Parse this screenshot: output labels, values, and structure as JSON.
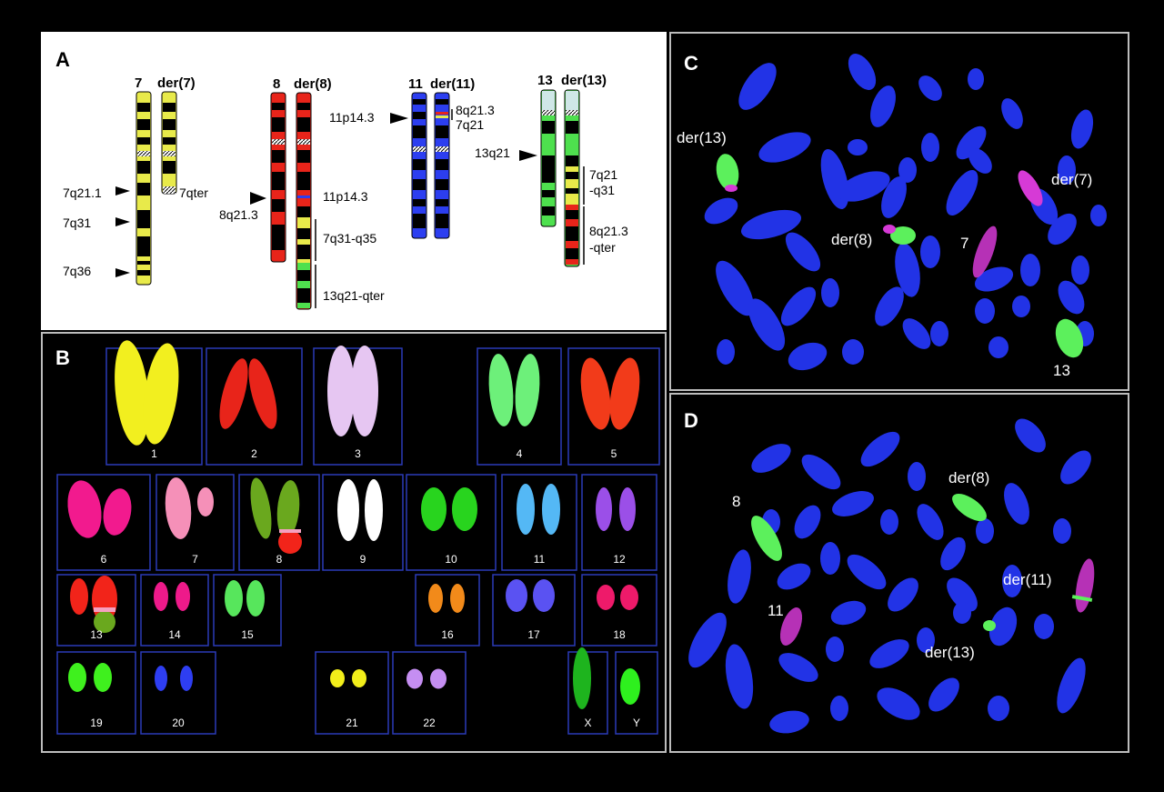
{
  "panels": {
    "a": {
      "letter": "A",
      "chromosomes": [
        {
          "num": "7",
          "der": "der(7)"
        },
        {
          "num": "8",
          "der": "der(8)"
        },
        {
          "num": "11",
          "der": "der(11)"
        },
        {
          "num": "13",
          "der": "der(13)"
        }
      ],
      "labels": {
        "q21_1": "7q21.1",
        "q31": "7q31",
        "q36": "7q36",
        "qter7": "7qter",
        "q21_3_8": "8q21.3",
        "p14_3_der8": "11p14.3",
        "q31_q35": "7q31-q35",
        "q21_qter13": "13q21-qter",
        "p14_3_11": "11p14.3",
        "q21_3_der11": "8q21.3",
        "q21_7_der11": "7q21",
        "q21_13": "13q21",
        "q21_der13_a": "7q21",
        "q31_der13_b": "-q31",
        "q21_3_der13_a": "8q21.3",
        "qter_der13_b": "-qter"
      }
    },
    "b": {
      "letter": "B",
      "karyotype": [
        {
          "label": "1",
          "color": "#f2ef1f"
        },
        {
          "label": "2",
          "color": "#e8241a"
        },
        {
          "label": "3",
          "color": "#e6c6f2"
        },
        {
          "label": "4",
          "color": "#6df07a"
        },
        {
          "label": "5",
          "color": "#f23b1a"
        },
        {
          "label": "6",
          "color": "#f21a8e"
        },
        {
          "label": "7",
          "color": "#f590b8"
        },
        {
          "label": "8",
          "color": "#6aa81e"
        },
        {
          "label": "9",
          "color": "#ffffff"
        },
        {
          "label": "10",
          "color": "#28d41e"
        },
        {
          "label": "11",
          "color": "#54b8f5"
        },
        {
          "label": "12",
          "color": "#9b4fe8"
        },
        {
          "label": "13",
          "color": "#f2241a"
        },
        {
          "label": "14",
          "color": "#ee1a8a"
        },
        {
          "label": "15",
          "color": "#57e65c"
        },
        {
          "label": "16",
          "color": "#f28a1a"
        },
        {
          "label": "17",
          "color": "#5a52f2"
        },
        {
          "label": "18",
          "color": "#ee1a6a"
        },
        {
          "label": "19",
          "color": "#3ff01e"
        },
        {
          "label": "20",
          "color": "#2e3ef2"
        },
        {
          "label": "21",
          "color": "#f2ee1a"
        },
        {
          "label": "22",
          "color": "#c58ef2"
        },
        {
          "label": "X",
          "color": "#1eb41e"
        },
        {
          "label": "Y",
          "color": "#2ef01e"
        }
      ]
    },
    "c": {
      "letter": "C",
      "labels": {
        "der13": "der(13)",
        "der7": "der(7)",
        "der8": "der(8)",
        "seven": "7",
        "thirteen": "13"
      }
    },
    "d": {
      "letter": "D",
      "labels": {
        "der8": "der(8)",
        "eight": "8",
        "der11": "der(11)",
        "eleven": "11",
        "der13": "der(13)"
      }
    }
  },
  "colors": {
    "background": "#000000",
    "counterstain": "#2233e6",
    "chr7_yellow": "#e8ea4a",
    "chr8_red": "#e8241a",
    "chr11_blue": "#2c3ef0",
    "chr13_green": "#4ee04e",
    "fish_green": "#5cf05c",
    "fish_magenta": "#d63ad6",
    "panel_border": "#bdbdbd"
  }
}
